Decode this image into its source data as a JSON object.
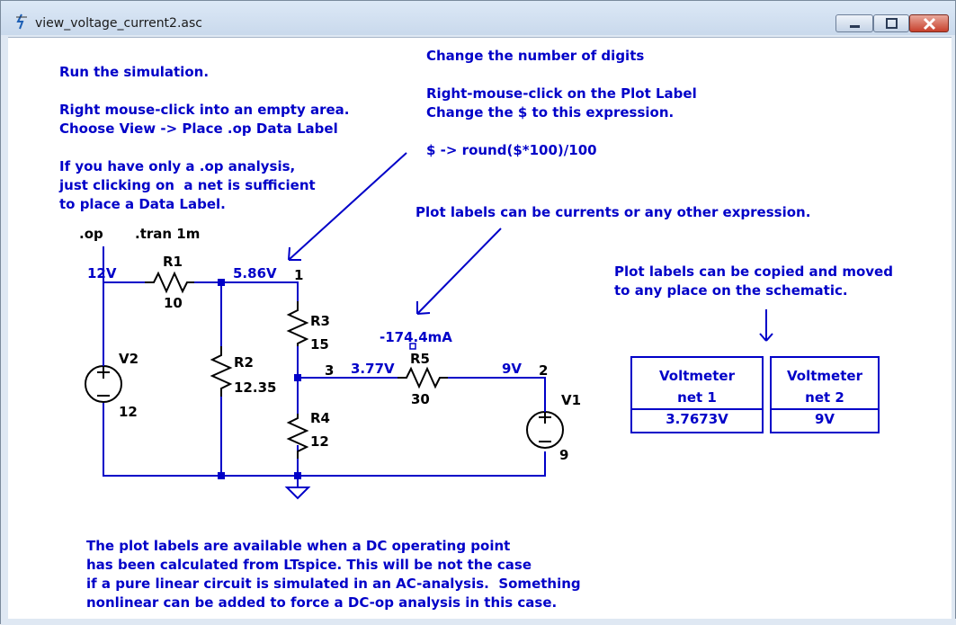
{
  "window": {
    "title": "view_voltage_current2.asc"
  },
  "instructions": {
    "run": "Run the simulation.",
    "right_click_1": "Right mouse-click into an empty area.",
    "right_click_2": "Choose View -> Place .op Data Label",
    "op_only_1": "If you have only a .op analysis,",
    "op_only_2": "just clicking on  a net is sufficient",
    "op_only_3": "to place a Data Label.",
    "digits_1": "Change the number of digits",
    "digits_2": "Right-mouse-click on the Plot Label",
    "digits_3": "Change the $ to this expression.",
    "digits_4": "$ -> round($*100)/100",
    "currents": "Plot labels can be currents or any other expression.",
    "copied_1": "Plot labels can be copied and moved",
    "copied_2": "to any place on the schematic.",
    "bottom_1": "The plot labels are available when a DC operating point",
    "bottom_2": "has been calculated from LTspice. This will be not the case",
    "bottom_3": "if a pure linear circuit is simulated in an AC-analysis.  Something",
    "bottom_4": "nonlinear can be added to force a DC-op analysis in this case."
  },
  "directives": {
    "op": ".op",
    "tran": ".tran 1m"
  },
  "schematic": {
    "net_12v": "12V",
    "net_586v": "5.86V",
    "node_1": "1",
    "node_3": "3",
    "net_377v": "3.77V",
    "net_9v": "9V",
    "node_2": "2",
    "current_label": "-174.4mA",
    "R1": {
      "name": "R1",
      "value": "10"
    },
    "R2": {
      "name": "R2",
      "value": "12.35"
    },
    "R3": {
      "name": "R3",
      "value": "15"
    },
    "R4": {
      "name": "R4",
      "value": "12"
    },
    "R5": {
      "name": "R5",
      "value": "30"
    },
    "V1": {
      "name": "V1",
      "value": "9"
    },
    "V2": {
      "name": "V2",
      "value": "12"
    }
  },
  "voltmeters": [
    {
      "title": "Voltmeter\nnet 1",
      "value": "3.7673V"
    },
    {
      "title": "Voltmeter\nnet 2",
      "value": "9V"
    }
  ],
  "colors": {
    "wire": "#0000c8",
    "component": "#000000",
    "text": "#0000c8"
  }
}
